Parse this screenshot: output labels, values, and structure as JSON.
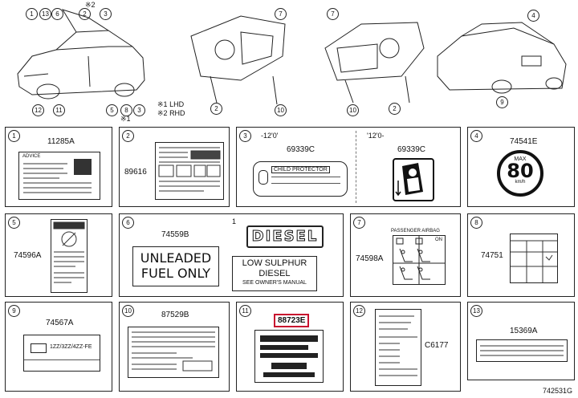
{
  "top": {
    "callouts_car1": [
      "1",
      "13",
      "6",
      "2",
      "3",
      "12",
      "11",
      "5",
      "8",
      "3"
    ],
    "note_marks": [
      "※2",
      "※1"
    ],
    "legend": [
      {
        "mark": "※1",
        "text": "LHD"
      },
      {
        "mark": "※2",
        "text": "RHD"
      }
    ],
    "callouts_dash_lhd": [
      "7",
      "2",
      "10"
    ],
    "callouts_dash_rhd": [
      "7",
      "10",
      "2"
    ],
    "callouts_rear": [
      "4",
      "9"
    ]
  },
  "panels": [
    {
      "num": "1",
      "part": "11285A",
      "title": "ADVICE"
    },
    {
      "num": "2",
      "part": "89616"
    },
    {
      "num": "3",
      "variants": [
        {
          "range": "-12'0'",
          "part": "69339C",
          "text": "CHILD PROTECTOR"
        },
        {
          "range": "'12'0-",
          "part": "69339C"
        }
      ]
    },
    {
      "num": "4",
      "part": "74541E",
      "max": "MAX",
      "speed": "80",
      "unit": "km/h"
    },
    {
      "num": "5",
      "part": "74596A"
    },
    {
      "num": "6",
      "part": "74559B",
      "texts": [
        "UNLEADED",
        "FUEL ONLY",
        "DIESEL",
        "LOW SULPHUR",
        "DIESEL",
        "SEE OWNER'S MANUAL"
      ],
      "mark": "1"
    },
    {
      "num": "7",
      "part": "74598A",
      "title": "PASSENGER AIRBAG",
      "on": "ON"
    },
    {
      "num": "8",
      "part": "74751"
    },
    {
      "num": "9",
      "part": "74567A",
      "text": "1ZZ/3ZZ/4ZZ-FE"
    },
    {
      "num": "10",
      "part": "87529B"
    },
    {
      "num": "11",
      "part": "88723E"
    },
    {
      "num": "12",
      "part": "C6177"
    },
    {
      "num": "13",
      "part": "15369A"
    }
  ],
  "footer": {
    "code": "742531G"
  },
  "colors": {
    "highlight": "#c8102e",
    "line": "#222222"
  }
}
